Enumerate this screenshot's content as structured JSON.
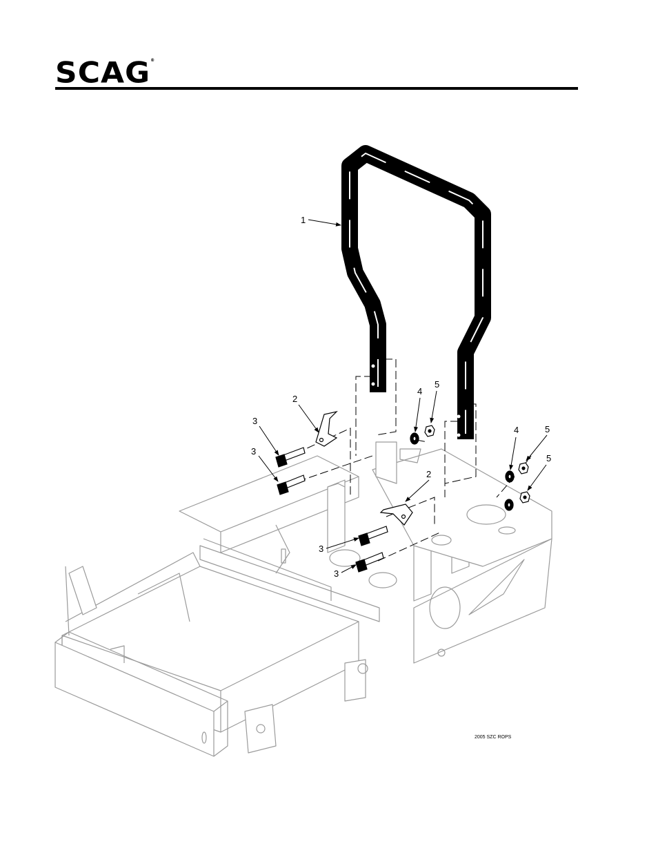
{
  "header": {
    "brand": "SCAG",
    "registered_mark": "®"
  },
  "diagram": {
    "figure_id": "2005 SZC ROPS",
    "callouts": {
      "c1": "1",
      "c2a": "2",
      "c2b": "2",
      "c3a": "3",
      "c3b": "3",
      "c3c": "3",
      "c3d": "3",
      "c4a": "4",
      "c4b": "4",
      "c5a": "5",
      "c5b": "5",
      "c5c": "5"
    }
  }
}
